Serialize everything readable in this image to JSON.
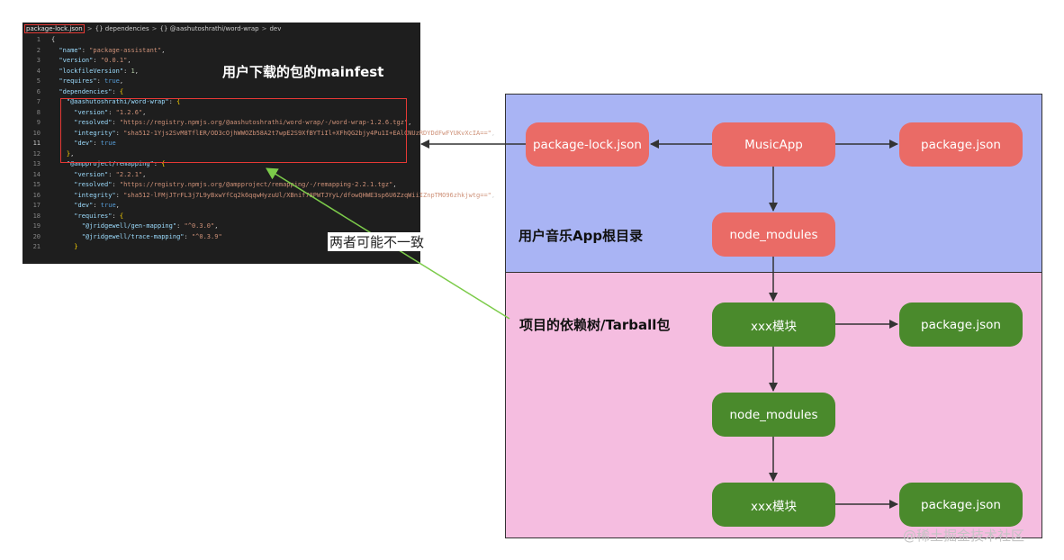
{
  "editor": {
    "breadcrumb": {
      "file": "package-lock.json",
      "parts": [
        "{} dependencies",
        "{} @aashutoshrathi/word-wrap",
        "dev"
      ]
    },
    "lines": [
      {
        "n": "1",
        "tokens": [
          [
            "p",
            "{"
          ]
        ]
      },
      {
        "n": "2",
        "tokens": [
          [
            "k",
            "  \"name\""
          ],
          [
            "p",
            ": "
          ],
          [
            "s",
            "\"package-assistant\""
          ],
          [
            "p",
            ","
          ]
        ]
      },
      {
        "n": "3",
        "tokens": [
          [
            "k",
            "  \"version\""
          ],
          [
            "p",
            ": "
          ],
          [
            "s",
            "\"0.0.1\""
          ],
          [
            "p",
            ","
          ]
        ]
      },
      {
        "n": "4",
        "tokens": [
          [
            "k",
            "  \"lockfileVersion\""
          ],
          [
            "p",
            ": "
          ],
          [
            "n",
            "1"
          ],
          [
            "p",
            ","
          ]
        ]
      },
      {
        "n": "5",
        "tokens": [
          [
            "k",
            "  \"requires\""
          ],
          [
            "p",
            ": "
          ],
          [
            "b",
            "true"
          ],
          [
            "p",
            ","
          ]
        ]
      },
      {
        "n": "6",
        "tokens": [
          [
            "k",
            "  \"dependencies\""
          ],
          [
            "p",
            ": "
          ],
          [
            "y",
            "{"
          ]
        ]
      },
      {
        "n": "7",
        "tokens": [
          [
            "k",
            "    \"@aashutoshrathi/word-wrap\""
          ],
          [
            "p",
            ": "
          ],
          [
            "y",
            "{"
          ]
        ]
      },
      {
        "n": "8",
        "tokens": [
          [
            "k",
            "      \"version\""
          ],
          [
            "p",
            ": "
          ],
          [
            "s",
            "\"1.2.6\""
          ],
          [
            "p",
            ","
          ]
        ]
      },
      {
        "n": "9",
        "tokens": [
          [
            "k",
            "      \"resolved\""
          ],
          [
            "p",
            ": "
          ],
          [
            "s",
            "\"https://registry.npmjs.org/@aashutoshrathi/word-wrap/-/word-wrap-1.2.6.tgz\""
          ],
          [
            "p",
            ","
          ]
        ]
      },
      {
        "n": "10",
        "tokens": [
          [
            "k",
            "      \"integrity\""
          ],
          [
            "p",
            ": "
          ],
          [
            "s",
            "\"sha512-1Yjs2SvM8TflER/OD3cOjhWWOZb58A2t7wpE2S9XfBYTiIl+XFhQG2bjy4Pu1I+EAlCNUzRDYDdFwFYUKvXcIA==\""
          ],
          [
            "p",
            ","
          ]
        ]
      },
      {
        "n": "11",
        "tokens": [
          [
            "k",
            "      \"dev\""
          ],
          [
            "p",
            ": "
          ],
          [
            "b",
            "true"
          ]
        ],
        "active": true
      },
      {
        "n": "12",
        "tokens": [
          [
            "y",
            "    }"
          ],
          [
            "p",
            ","
          ]
        ]
      },
      {
        "n": "13",
        "tokens": [
          [
            "k",
            "    \"@ampproject/remapping\""
          ],
          [
            "p",
            ": "
          ],
          [
            "y",
            "{"
          ]
        ]
      },
      {
        "n": "14",
        "tokens": [
          [
            "k",
            "      \"version\""
          ],
          [
            "p",
            ": "
          ],
          [
            "s",
            "\"2.2.1\""
          ],
          [
            "p",
            ","
          ]
        ]
      },
      {
        "n": "15",
        "tokens": [
          [
            "k",
            "      \"resolved\""
          ],
          [
            "p",
            ": "
          ],
          [
            "s",
            "\"https://registry.npmjs.org/@ampproject/remapping/-/remapping-2.2.1.tgz\""
          ],
          [
            "p",
            ","
          ]
        ]
      },
      {
        "n": "16",
        "tokens": [
          [
            "k",
            "      \"integrity\""
          ],
          [
            "p",
            ": "
          ],
          [
            "s",
            "\"sha512-lFMjJTrFL3j7L9yBxwYfCq2k6qqwHyzuUl/XBnif78PWTJYyL/dfowQHWE3sp6U6ZzqWiiIZnpTMO96zhkjwtg==\""
          ],
          [
            "p",
            ","
          ]
        ]
      },
      {
        "n": "17",
        "tokens": [
          [
            "k",
            "      \"dev\""
          ],
          [
            "p",
            ": "
          ],
          [
            "b",
            "true"
          ],
          [
            "p",
            ","
          ]
        ]
      },
      {
        "n": "18",
        "tokens": [
          [
            "k",
            "      \"requires\""
          ],
          [
            "p",
            ": "
          ],
          [
            "y",
            "{"
          ]
        ]
      },
      {
        "n": "19",
        "tokens": [
          [
            "k",
            "        \"@jridgewell/gen-mapping\""
          ],
          [
            "p",
            ": "
          ],
          [
            "s",
            "\"^0.3.0\""
          ],
          [
            "p",
            ","
          ]
        ]
      },
      {
        "n": "20",
        "tokens": [
          [
            "k",
            "        \"@jridgewell/trace-mapping\""
          ],
          [
            "p",
            ": "
          ],
          [
            "s",
            "\"^0.3.9\""
          ]
        ]
      },
      {
        "n": "21",
        "tokens": [
          [
            "y",
            "      }"
          ]
        ]
      }
    ],
    "caption": "用户下载的包的mainfest"
  },
  "note": "两者可能不一致",
  "lanes": {
    "top_label": "用户音乐App根目录",
    "bottom_label": "项目的依赖树/Tarball包"
  },
  "nodes": {
    "package_lock": "package-lock.json",
    "musicapp": "MusicApp",
    "package_json_top": "package.json",
    "node_modules_top": "node_modules",
    "module_1": "xxx模块",
    "package_json_1": "package.json",
    "node_modules_mid": "node_modules",
    "module_2": "xxx模块",
    "package_json_2": "package.json"
  },
  "colors": {
    "lane_top": "#a9b4f4",
    "lane_bottom": "#f5bde0",
    "node_red": "#ea6b66",
    "node_green": "#4a8a2c",
    "note_arrow": "#7ccb4a",
    "highlight_box": "#e53935"
  },
  "watermark": "@稀土掘金技术社区"
}
